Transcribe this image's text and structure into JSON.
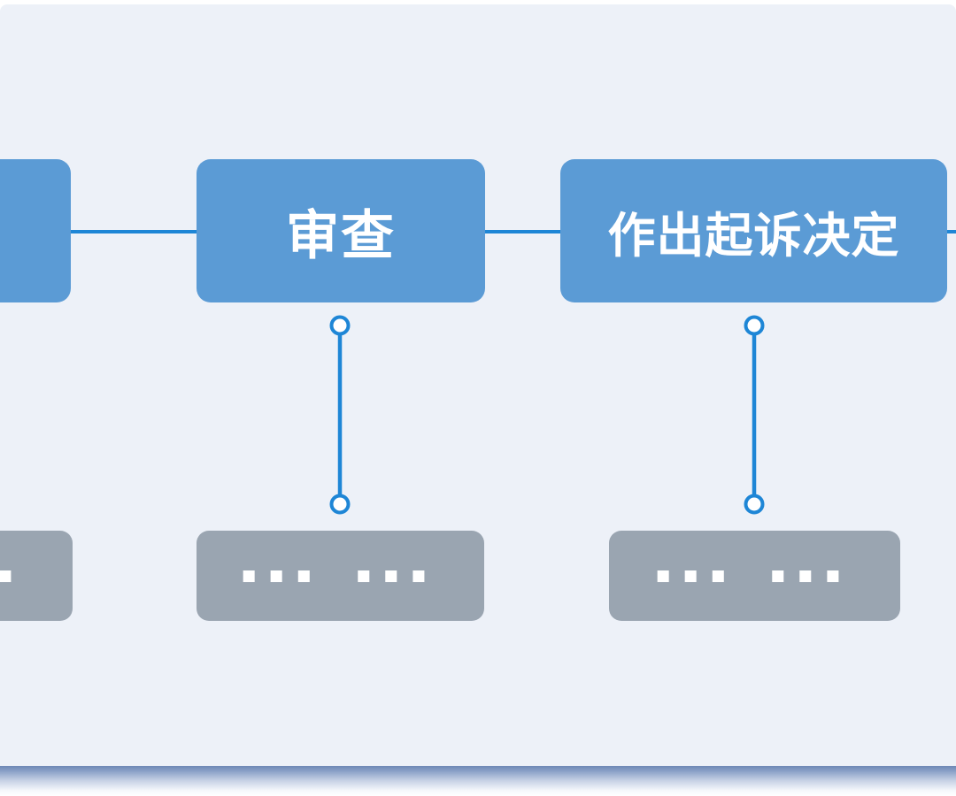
{
  "colors": {
    "canvas_bg": "#edf1f8",
    "node_blue": "#5b9bd5",
    "connector_blue": "#1e86d6",
    "node_gray": "#9aa5b1",
    "bottom_band_blue": "#6d87b5"
  },
  "diagram": {
    "top_nodes": [
      {
        "id": "left-partial",
        "label": ""
      },
      {
        "id": "review",
        "label": "审查"
      },
      {
        "id": "decision",
        "label": "作出起诉决定"
      }
    ],
    "bottom_nodes": [
      {
        "id": "left-partial-detail",
        "label": "■■■ ■■■"
      },
      {
        "id": "review-detail",
        "label": "■■■ ■■■"
      },
      {
        "id": "decision-detail",
        "label": "■■■ ■■■"
      }
    ]
  }
}
